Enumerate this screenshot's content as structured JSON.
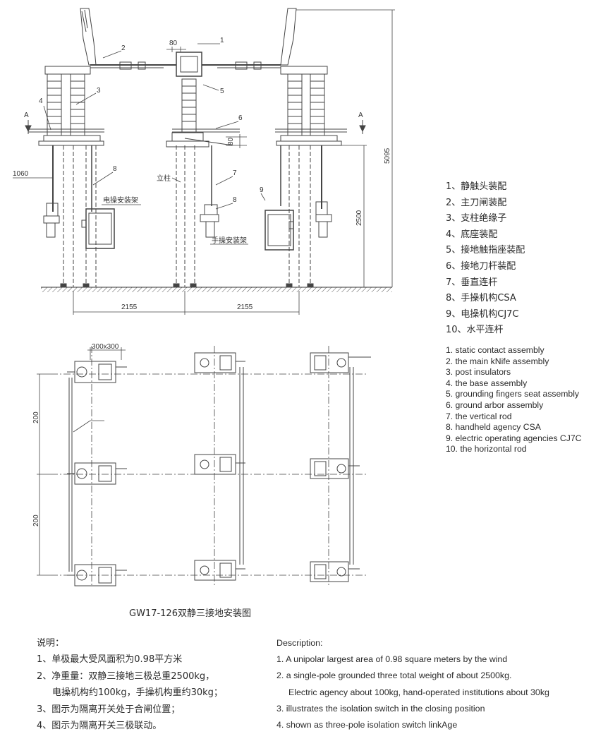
{
  "elevation": {
    "callouts": [
      "1",
      "2",
      "3",
      "4",
      "5",
      "6",
      "7",
      "8",
      "8",
      "9"
    ],
    "section_marks": [
      "A",
      "A"
    ],
    "dims": {
      "top_gap": "80",
      "ground_gap": "80",
      "total_height": "5095",
      "mech_height": "2500",
      "left_offset": "1060",
      "spacing_left": "2155",
      "spacing_right": "2155"
    },
    "labels": {
      "column": "立柱",
      "electric_bracket": "电操安装架",
      "manual_bracket": "手操安装架"
    }
  },
  "plan": {
    "box_dim": "300x300",
    "dim_upper": "200",
    "dim_lower": "200"
  },
  "legend_cn": [
    "1、静触头装配",
    "2、主刀闸装配",
    "3、支柱绝缘子",
    "4、底座装配",
    "5、接地触指座装配",
    "6、接地刀杆装配",
    "7、垂直连杆",
    "8、手操机构CSA",
    "9、电操机构CJ7C",
    "10、水平连杆"
  ],
  "legend_en": [
    "1. static contact assembly",
    "2. the main kNife assembly",
    "3. post insulators",
    "4. the base assembly",
    "5. grounding fingers seat assembly",
    "6. ground arbor assembly",
    "7. the vertical rod",
    "8. handheld agency CSA",
    "9. electric operating agencies CJ7C",
    "10. the horizontal rod"
  ],
  "caption": "GW17-126双静三接地安装图",
  "notes_cn": {
    "title": "说明：",
    "lines": [
      "1、单极最大受风面积为0.98平方米",
      "2、净重量：双静三接地三极总重2500kg，",
      "电操机构约100kg，手操机构重约30kg；",
      "3、图示为隔离开关处于合闸位置；",
      "4、图示为隔离开关三极联动。"
    ]
  },
  "notes_en": {
    "title": "Description:",
    "lines": [
      "1. A unipolar largest area of 0.98 square meters by the wind",
      "2. a single-pole grounded three total weight of about 2500kg.",
      "Electric agency about 100kg, hand-operated institutions about 30kg",
      "3. illustrates the isolation switch in the closing position",
      "4. shown as three-pole isolation switch linkAge"
    ]
  }
}
